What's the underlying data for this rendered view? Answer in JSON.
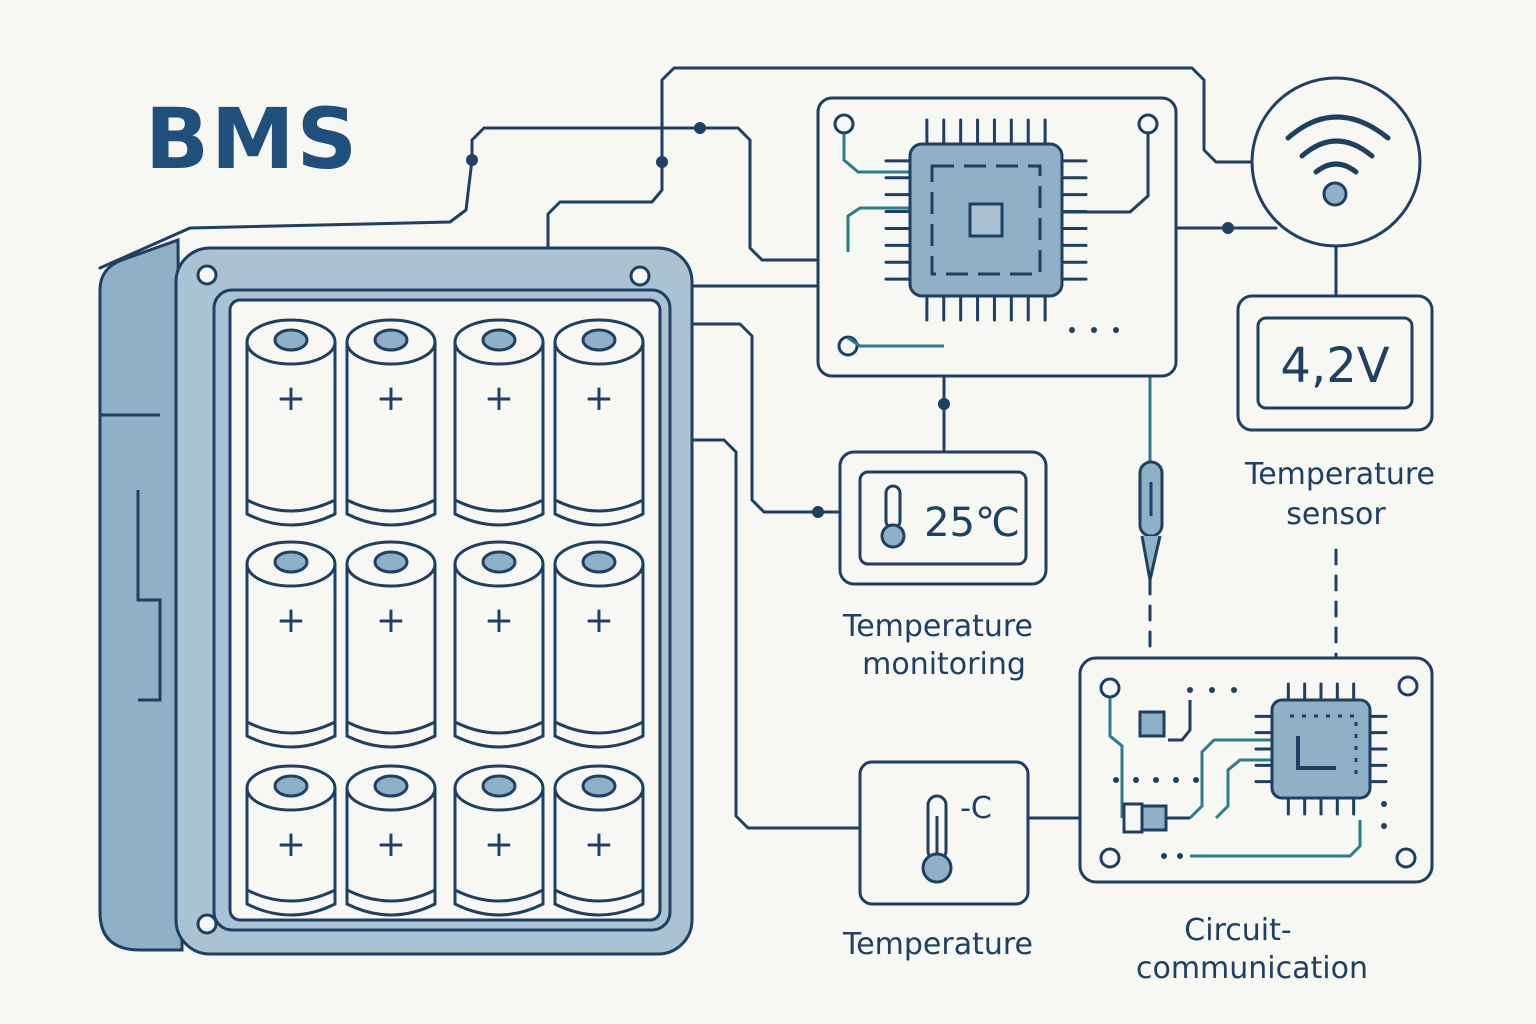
{
  "title": "BMS",
  "colors": {
    "background": "#f7f7f3",
    "line": "#1f3f63",
    "fill_light": "#a9c3d4",
    "fill_mid": "#8fb1c7",
    "accent_teal": "#2a7d8a",
    "text": "#1f3f63"
  },
  "battery_pack": {
    "cell_label": "+",
    "rows": 3,
    "cols": 4
  },
  "displays": {
    "temperature_reading": "25℃",
    "voltage_reading": "4,2V",
    "unit_symbol": "-C"
  },
  "labels": {
    "temperature_monitoring_1": "Temperature",
    "temperature_monitoring_2": "monitoring",
    "temperature_sensor_1": "Temperature",
    "temperature_sensor_2": "sensor",
    "temperature": "Temperature",
    "circuit_communication_1": "Circuit-",
    "circuit_communication_2": "communication"
  },
  "icons": {
    "wireless": "wifi-icon",
    "thermometer": "thermometer-icon",
    "chip": "microchip-icon"
  }
}
